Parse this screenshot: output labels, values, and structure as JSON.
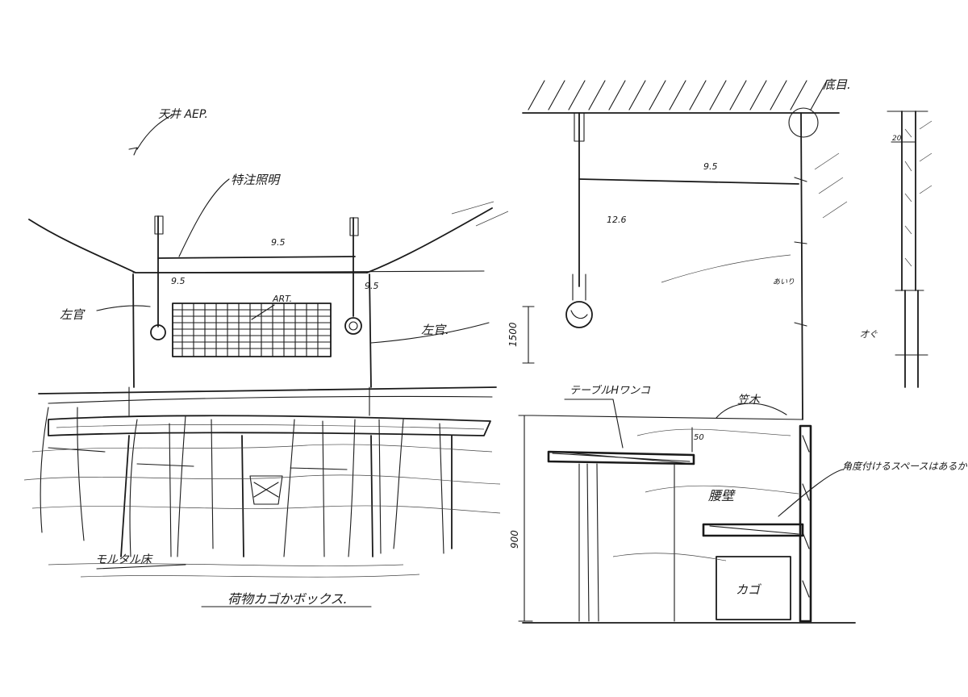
{
  "left_sketch": {
    "ceiling_note": "天井 AEP.",
    "lighting_label": "特注照明",
    "dim_pipe_top": "9.5",
    "dim_pipe_left": "9.5",
    "dim_pipe_right": "9.5",
    "art_label": "ART.",
    "wall_left_label": "左官",
    "wall_right_label": "左官.",
    "floor_label": "モルタル床",
    "baggage_label": "荷物カゴかボックス."
  },
  "right_sketch": {
    "detail_label": "底目.",
    "dim_rod": "9.5",
    "dim_pendant": "12.6",
    "dim_height_1500": "1500",
    "table_label": "テーブルHワンコ",
    "dim_overhang": "50",
    "counter_top_label": "笠木",
    "angle_note": "角度付けるスペースはあるか?",
    "waist_wall_label": "腰壁",
    "dim_height_900": "900",
    "basket_label": "カゴ",
    "side_label_1": "あいり",
    "side_label_2": "才ぐ",
    "small_note": "20"
  }
}
